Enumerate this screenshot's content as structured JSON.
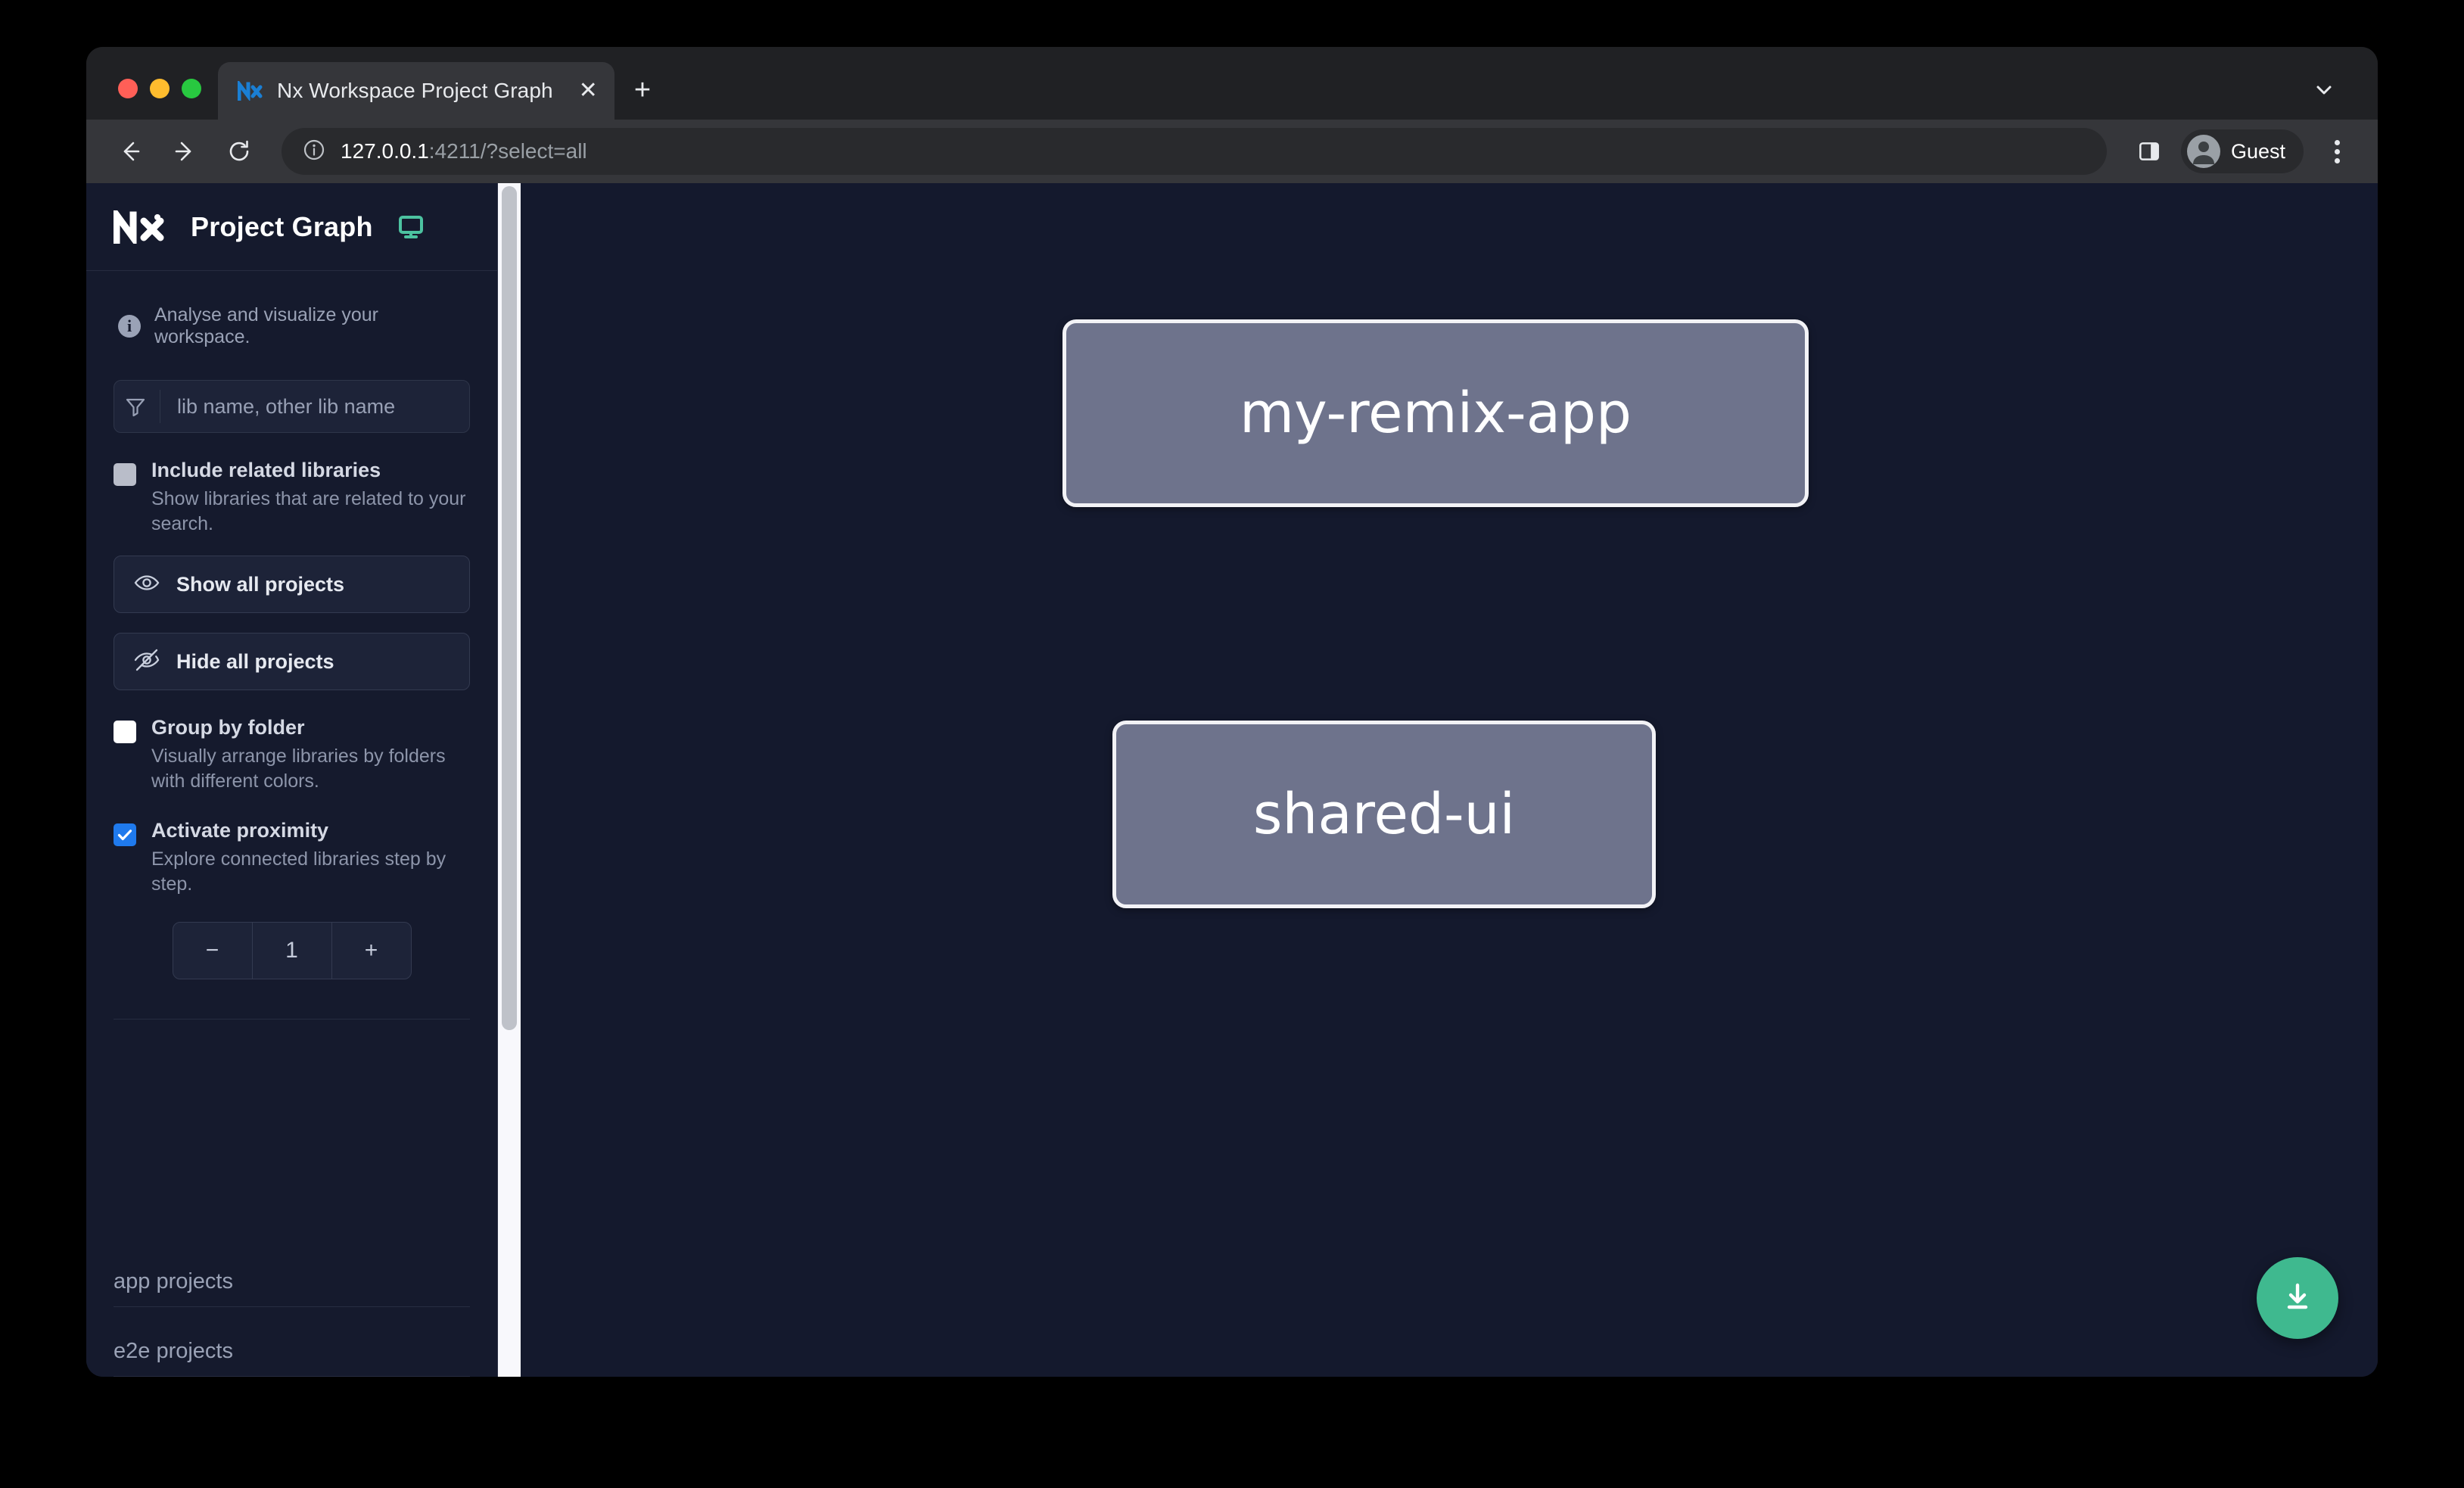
{
  "browser": {
    "tab": {
      "title": "Nx Workspace Project Graph",
      "favicon": "nx-logo-icon",
      "close_label": "✕"
    },
    "new_tab_label": "+",
    "omnibox": {
      "host": "127.0.0.1",
      "rest": ":4211/?select=all",
      "info_icon": "site-info-icon"
    },
    "profile": {
      "label": "Guest",
      "icon": "account-avatar-icon"
    },
    "icons": {
      "back": "back-arrow-icon",
      "forward": "forward-arrow-icon",
      "reload": "reload-icon",
      "side_panel": "side-panel-icon",
      "menu": "kebab-menu-icon",
      "tab_list": "chevron-down-icon"
    }
  },
  "sidebar": {
    "logo": "nx-logo-icon",
    "title": "Project Graph",
    "monitor_icon": "monitor-icon",
    "info_text": "Analyse and visualize your workspace.",
    "filter": {
      "icon": "funnel-icon",
      "placeholder": "lib name, other lib name",
      "value": ""
    },
    "options": [
      {
        "id": "include-related-libraries",
        "title": "Include related libraries",
        "desc": "Show libraries that are related to your search.",
        "checked": false,
        "style": "gray"
      },
      {
        "id": "group-by-folder",
        "title": "Group by folder",
        "desc": "Visually arrange libraries by folders with different colors.",
        "checked": false,
        "style": "white"
      },
      {
        "id": "activate-proximity",
        "title": "Activate proximity",
        "desc": "Explore connected libraries step by step.",
        "checked": true,
        "style": "blue"
      }
    ],
    "buttons": [
      {
        "id": "show-all-projects",
        "label": "Show all projects",
        "icon": "eye-icon"
      },
      {
        "id": "hide-all-projects",
        "label": "Hide all projects",
        "icon": "eye-off-icon"
      }
    ],
    "stepper": {
      "decrement": "−",
      "value": "1",
      "increment": "+"
    },
    "sections": [
      {
        "id": "app-projects",
        "label": "app projects"
      },
      {
        "id": "e2e-projects",
        "label": "e2e projects"
      }
    ]
  },
  "graph": {
    "nodes": [
      {
        "id": "my-remix-app",
        "label": "my-remix-app"
      },
      {
        "id": "shared-ui",
        "label": "shared-ui"
      }
    ],
    "edges": [
      {
        "from": "my-remix-app",
        "to": "shared-ui"
      }
    ],
    "download_button": {
      "icon": "download-icon"
    }
  },
  "colors": {
    "accent_green": "#3fb98f",
    "checkbox_blue": "#1f7aed",
    "node_fill": "#6e738c",
    "node_border": "#f2f2f6",
    "sidebar_bg": "#151a2d",
    "canvas_bg": "#14192d",
    "monitor_icon": "#4cc2a0"
  }
}
